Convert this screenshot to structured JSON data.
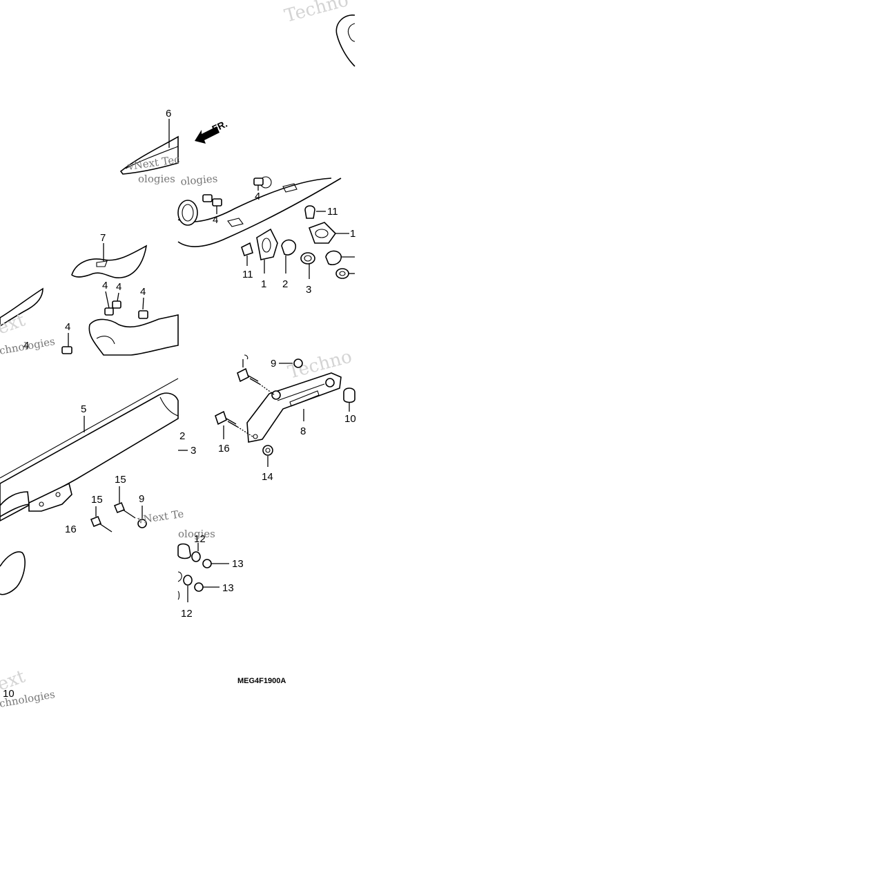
{
  "diagram": {
    "drawing_code": "MEG4F1900A",
    "front_indicator": "FR.",
    "callouts": {
      "c1a": "1",
      "c1b": "1",
      "c2a": "2",
      "c2b": "2",
      "c3a": "3",
      "c3b": "3",
      "c4a": "4",
      "c4b": "4",
      "c4c": "4",
      "c4d": "4",
      "c4e": "4",
      "c4f": "4",
      "c4g": "4",
      "c5": "5",
      "c6": "6",
      "c7": "7",
      "c8": "8",
      "c9a": "9",
      "c9b": "9",
      "c10a": "10",
      "c10b": "10",
      "c11a": "11",
      "c11b": "11",
      "c12a": "12",
      "c12b": "12",
      "c13a": "13",
      "c13b": "13",
      "c14": "14",
      "c15a": "15",
      "c15b": "15",
      "c16a": "16",
      "c16b": "16"
    },
    "watermarks": {
      "w1": "Techno",
      "w2": "vNext Tec",
      "w3": "ologies",
      "w4": "ext",
      "w5": "chnologies",
      "w6": "Techno",
      "w7": "vNext Te",
      "w8": "ologies",
      "w9": "ext",
      "w10": "chnologies"
    }
  }
}
